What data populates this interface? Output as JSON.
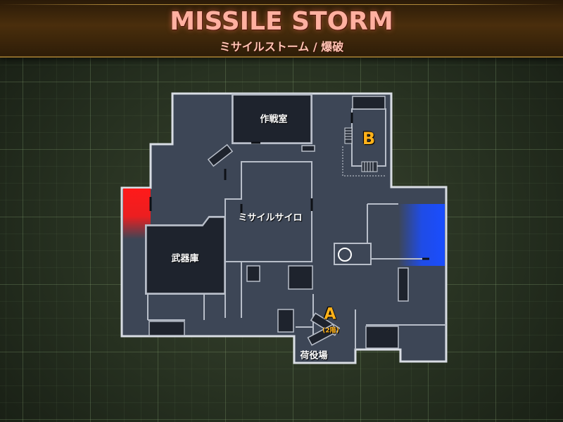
{
  "header": {
    "title": "MISSILE STORM",
    "subtitle": "ミサイルストーム / 爆破"
  },
  "rooms": {
    "command_room": "作戦室",
    "missile_silo": "ミサイルサイロ",
    "armory": "武器庫",
    "loading_dock": "荷役場"
  },
  "objectives": {
    "a_label": "A",
    "a_floor": "(2階)",
    "b_label": "B",
    "color": "#ffb21a"
  },
  "spawns": {
    "red_color": "#ff1a1a",
    "blue_color": "#1a4dff"
  },
  "colors": {
    "floor": "#3d4656",
    "wall": "#1e232d",
    "outline": "#d9dde4",
    "title": "#ffb0a0"
  }
}
